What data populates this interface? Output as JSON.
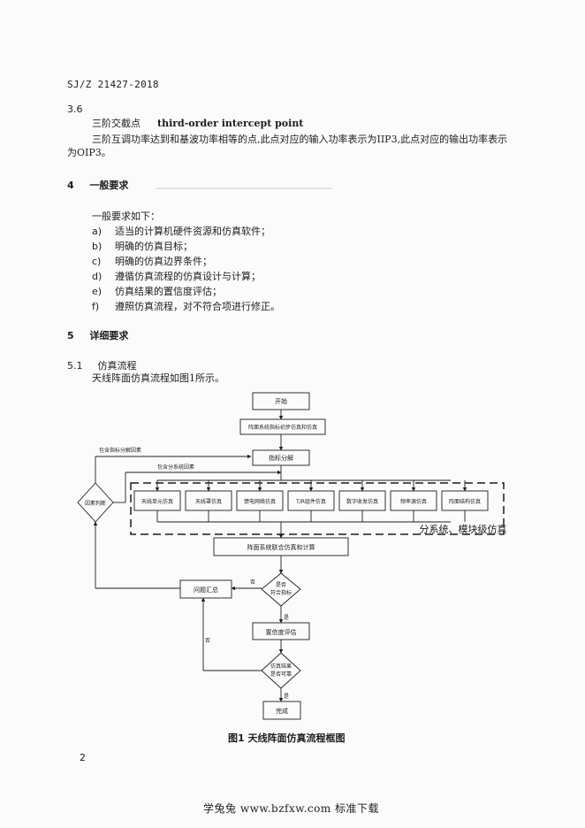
{
  "header": {
    "standard_code": "SJ/Z 21427-2018"
  },
  "section_3_6": {
    "number": "3.6",
    "term_cn": "三阶交截点",
    "term_en": "third-order intercept point",
    "definition_line1": "三阶互调功率达到和基波功率相等的点,此点对应的输入功率表示为IIP3,此点对应的输出功率表示",
    "definition_line2": "为OIP3。"
  },
  "section_4": {
    "number": "4",
    "title": "一般要求",
    "intro": "一般要求如下：",
    "items": [
      {
        "marker": "a)",
        "text": "适当的计算机硬件资源和仿真软件；"
      },
      {
        "marker": "b)",
        "text": "明确的仿真目标；"
      },
      {
        "marker": "c)",
        "text": "明确的仿真边界条件；"
      },
      {
        "marker": "d)",
        "text": "遵循仿真流程的仿真设计与计算；"
      },
      {
        "marker": "e)",
        "text": "仿真结果的置信度评估；"
      },
      {
        "marker": "f)",
        "text": "遵照仿真流程，对不符合项进行修正。"
      }
    ]
  },
  "section_5": {
    "number": "5",
    "title": "详细要求"
  },
  "section_5_1": {
    "number": "5.1",
    "title": "仿真流程",
    "intro": "天线阵面仿真流程如图1所示。"
  },
  "flowchart": {
    "start": "开始",
    "preliminary": "阵面系统指标初步仿真和仿真",
    "decompose": "指标分解",
    "factor_label_1": "包含指标分解因素",
    "factor_label_2": "包含分系统因素",
    "cause": "因素判断",
    "subsystems": [
      "天线单元仿真",
      "天线罩仿真",
      "馈电网络仿真",
      "T/R组件仿真",
      "数字收发仿真",
      "频率源仿真",
      "阵面结构仿真"
    ],
    "subsystem_group_label": "分系统、模块级仿真",
    "joint": "阵面系统联合仿真和计算",
    "decision1_line1": "是否",
    "decision1_line2": "符合指标",
    "summary": "问题汇总",
    "no_1": "否",
    "yes_1": "是",
    "confidence": "置信度评估",
    "decision2_line1": "仿真结果",
    "decision2_line2": "是否可靠",
    "no_2": "否",
    "yes_2": "是",
    "done": "完成"
  },
  "figure": {
    "caption": "图1   天线阵面仿真流程框图"
  },
  "page": {
    "number": "2"
  },
  "footer": {
    "watermark": "学兔兔 www.bzfxw.com 标准下载"
  },
  "colors": {
    "ink": "#1d1d1d",
    "paper": "#fbfbfb"
  }
}
